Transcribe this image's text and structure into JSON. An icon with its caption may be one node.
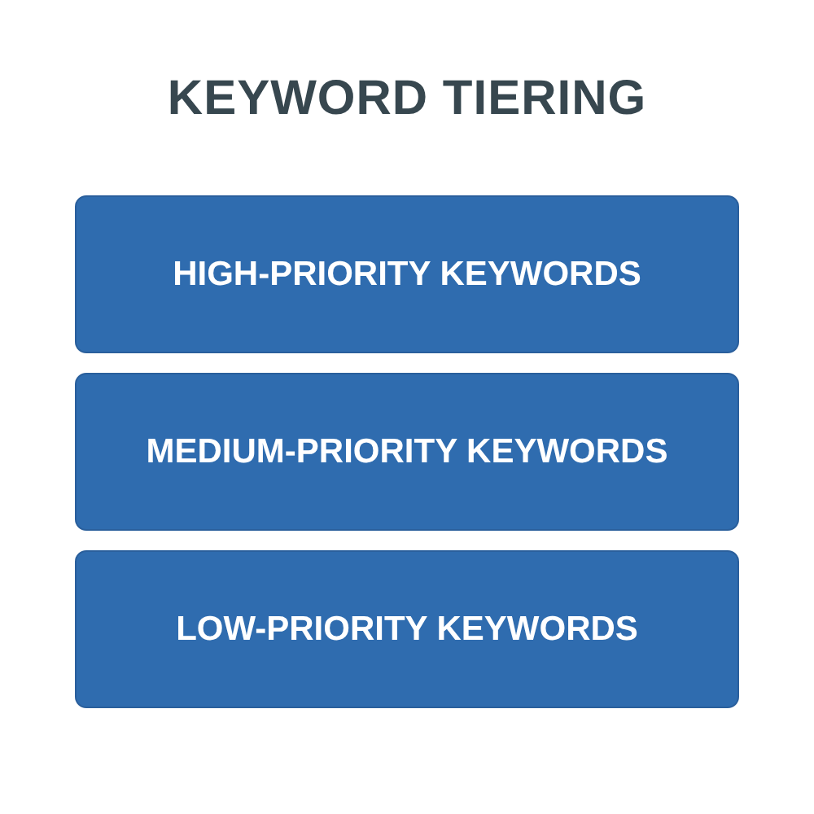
{
  "diagram": {
    "title": "KEYWORD TIERING",
    "nodes": [
      {
        "text": [
          "HIGH-PRIORITY KEYWORDS"
        ]
      },
      {
        "text": [
          "MEDIUM-PRIORITY KEYWORDS"
        ]
      },
      {
        "text": [
          "LOW-PRIORITY KEYWORDS"
        ]
      }
    ]
  }
}
